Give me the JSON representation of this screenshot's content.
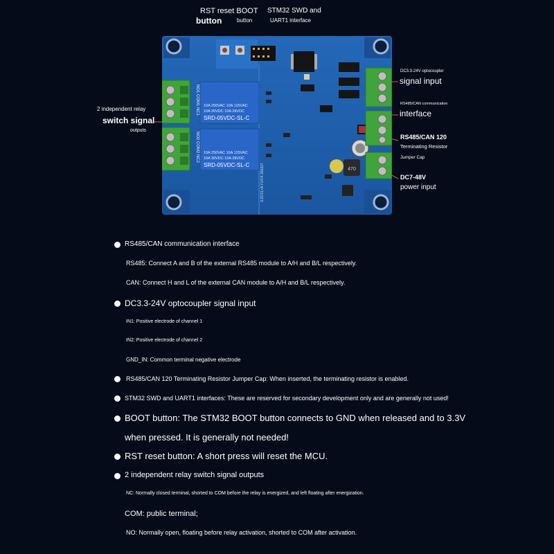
{
  "callouts": {
    "rst_line1": "RST reset BOOT",
    "rst_line2": "button",
    "boot_small": "button",
    "stm32_line1": "STM32 SWD and",
    "stm32_line2": "UART1 interface",
    "relay_line1": "2 independent relay",
    "relay_line2": "switch signal",
    "relay_line3": "outputs",
    "opto_line1": "DC3.3-24V optocoupler",
    "opto_line2": "signal input",
    "comm_line1": "RS485/CAN communication",
    "comm_line2": "interface",
    "term_line1": "RS485/CAN 120",
    "term_line2": "Terminating Resistor",
    "term_line3": "Jumper Cap",
    "power_line1": "DC7-48V",
    "power_line2": "power input"
  },
  "board": {
    "relay_top_text": "10A 250VAC 10A 125VAC",
    "relay_top_text2": "10A 30VDC 10A 28VDC",
    "relay_model": "SRD-05VDC-SL-C",
    "relay_pins_top": "NO1 COM1 NC1",
    "relay_pins_bottom": "NO2 COM2 NC2",
    "board_code": "SJ3721+A Y1474 260327",
    "cap_label": "470"
  },
  "colors": {
    "background": "#050b18",
    "pcb": "#1f5fae",
    "terminal": "#3fa53a",
    "relay": "#2a66c8"
  },
  "notes": [
    {
      "text": "RS485/CAN communication interface",
      "bullet": true,
      "size": 10
    },
    {
      "text": "RS485: Connect A and B of the external RS485 module to A/H and B/L respectively.",
      "bullet": false,
      "size": 9
    },
    {
      "text": "CAN: Connect H and L of the external CAN module to A/H and B/L respectively.",
      "bullet": false,
      "size": 9
    },
    {
      "text": "DC3.3-24V optocoupler signal input",
      "bullet": true,
      "size": 12
    },
    {
      "text": "IN1: Positive electrode of channel 1",
      "bullet": false,
      "size": 7
    },
    {
      "text": "IN2: Positive electrode of channel 2",
      "bullet": false,
      "size": 7
    },
    {
      "text": "GND_IN: Common terminal negative electrode",
      "bullet": false,
      "size": 8
    },
    {
      "text": "RS485/CAN 120 Terminating Resistor Jumper Cap: When inserted, the terminating resistor is enabled.",
      "bullet": true,
      "size": 9
    },
    {
      "text": "STM32 SWD and UART1 interfaces: These are reserved for secondary development only and are generally not used!",
      "bullet": true,
      "size": 9
    },
    {
      "text": "BOOT button: The STM32 BOOT button connects to GND when released and to 3.3V",
      "bullet": true,
      "size": 13
    },
    {
      "text": "when pressed. It is generally not needed!",
      "bullet": false,
      "size": 13
    },
    {
      "text": "RST reset button: A short press will reset the MCU.",
      "bullet": true,
      "size": 13
    },
    {
      "text": "2 independent relay switch signal outputs",
      "bullet": true,
      "size": 11
    },
    {
      "text": "NC: Normally closed terminal, shorted to COM before the relay is energized, and left floating after energization.",
      "bullet": false,
      "size": 7
    },
    {
      "text": "COM: public terminal;",
      "bullet": false,
      "size": 11
    },
    {
      "text": "NO: Normally open, floating before relay activation, shorted to COM after activation.",
      "bullet": false,
      "size": 9
    }
  ]
}
